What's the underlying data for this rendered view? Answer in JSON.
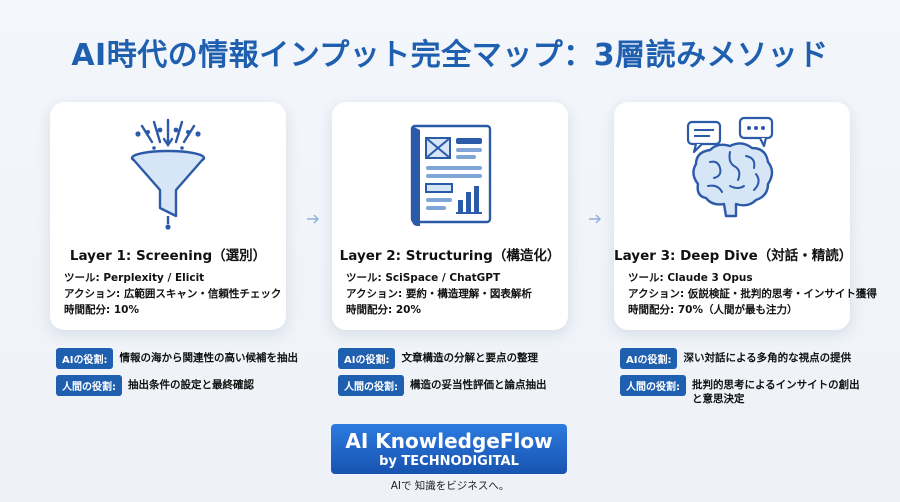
{
  "title": "AI時代の情報インプット完全マップ：3層読みメソッド",
  "colors": {
    "accent": "#1f5fb0",
    "card_bg": "#ffffff",
    "background": "#f3f6fa"
  },
  "layers": [
    {
      "icon": "funnel-icon",
      "title": "Layer 1: Screening（選別）",
      "tools": "ツール: Perplexity / Elicit",
      "action": "アクション: 広範囲スキャン・信頼性チェック",
      "time": "時間配分: 10%",
      "ai_badge": "AIの役割:",
      "ai_role": "情報の海から関連性の高い候補を抽出",
      "human_badge": "人間の役割:",
      "human_role": "抽出条件の設定と最終確認"
    },
    {
      "icon": "document-chart-icon",
      "title": "Layer 2: Structuring（構造化）",
      "tools": "ツール: SciSpace / ChatGPT",
      "action": "アクション: 要約・構造理解・図表解析",
      "time": "時間配分: 20%",
      "ai_badge": "AIの役割:",
      "ai_role": "文章構造の分解と要点の整理",
      "human_badge": "人間の役割:",
      "human_role": "構造の妥当性評価と論点抽出"
    },
    {
      "icon": "brain-chat-icon",
      "title": "Layer 3: Deep Dive（対話・精読）",
      "tools": "ツール: Claude 3 Opus",
      "action": "アクション: 仮説検証・批判的思考・インサイト獲得",
      "time": "時間配分: 70%（人間が最も注力）",
      "ai_badge": "AIの役割:",
      "ai_role": "深い対話による多角的な視点の提供",
      "human_badge": "人間の役割:",
      "human_role": "批判的思考によるインサイトの創出",
      "human_role_2": "と意思決定"
    }
  ],
  "brand": {
    "name": "AI KnowledgeFlow",
    "by": "by TECHNODIGITAL",
    "tagline": "AIで 知識をビジネスへ。"
  }
}
